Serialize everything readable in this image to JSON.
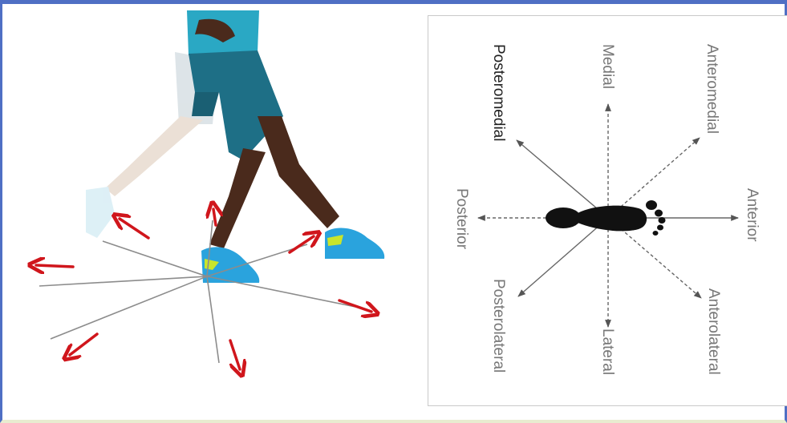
{
  "diagram": {
    "directions": [
      {
        "id": "anterior",
        "label": "Anterior",
        "line": "solid"
      },
      {
        "id": "anteromedial",
        "label": "Anteromedial",
        "line": "dashed"
      },
      {
        "id": "medial",
        "label": "Medial",
        "line": "dashed"
      },
      {
        "id": "posteromedial",
        "label": "Posteromedial",
        "line": "solid",
        "emphasized": true
      },
      {
        "id": "posterior",
        "label": "Posterior",
        "line": "dashed"
      },
      {
        "id": "posterolateral",
        "label": "Posterolateral",
        "line": "solid"
      },
      {
        "id": "lateral",
        "label": "Lateral",
        "line": "dashed"
      },
      {
        "id": "anterolateral",
        "label": "Anterolateral",
        "line": "dashed"
      }
    ],
    "colors": {
      "frame": "#4f6fc4",
      "arrow_red": "#d0161c",
      "shorts": "#1e6f86",
      "shirt": "#2aa8c4",
      "shoe": "#2aa3dd",
      "shoe_accent": "#c9e52b",
      "skin": "#4a2a1c",
      "footprint": "#111111"
    }
  }
}
